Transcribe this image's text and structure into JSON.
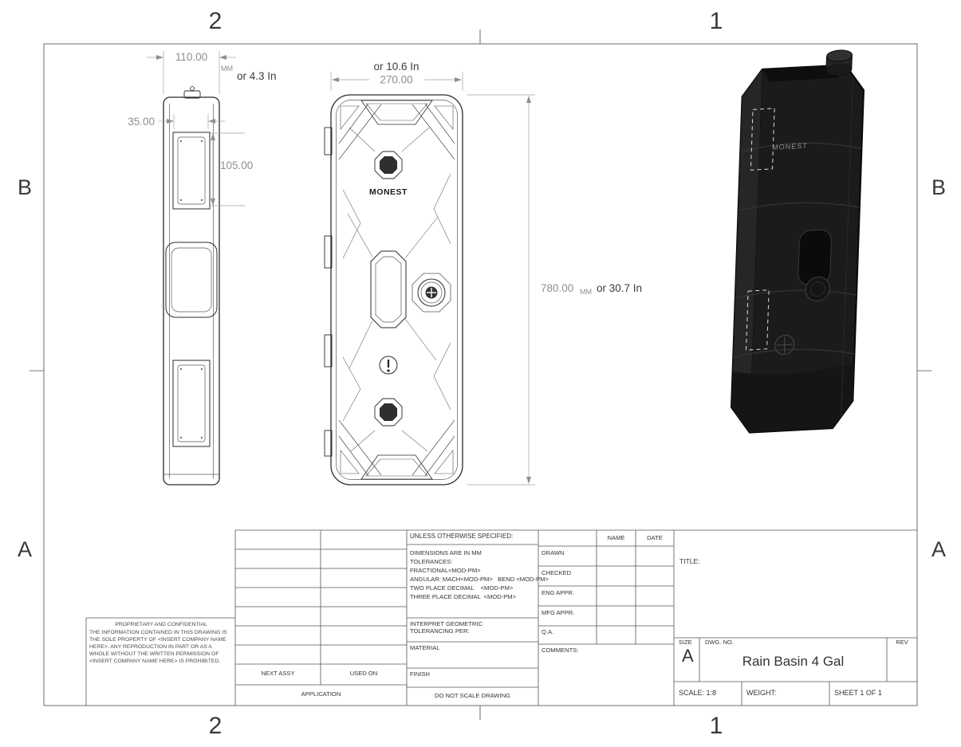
{
  "zones": {
    "col_left": "2",
    "col_right": "1",
    "row_upper": "B",
    "row_lower": "A"
  },
  "dims": {
    "unit": "MM",
    "side_width": "110.00",
    "side_width_alt": "or 4.3 In",
    "side_recess_width": "35.00",
    "side_recess_height": "105.00",
    "front_width": "270.00",
    "front_width_alt": "or 10.6 In",
    "overall_height": "780.00",
    "overall_height_alt": "or 30.7 In"
  },
  "model": {
    "logo": "MONEST"
  },
  "colors": {
    "drawing_line": "#2b2b2b",
    "dimension_text": "#8f8f8f",
    "dimension_alt_text": "#3d3d3d",
    "model_body": "#1b1b1b"
  },
  "title_block": {
    "unless": "UNLESS OTHERWISE SPECIFIED:",
    "tol_lines": [
      "DIMENSIONS ARE IN MM",
      "TOLERANCES:",
      "FRACTIONAL<MOD-PM>",
      "ANGULAR: MACH<MOD-PM>   BEND <MOD-PM>",
      "TWO PLACE DECIMAL    <MOD-PM>",
      "THREE PLACE DECIMAL  <MOD-PM>"
    ],
    "interpret": "INTERPRET GEOMETRIC\nTOLERANCING PER:",
    "material": "MATERIAL",
    "finish": "FINISH",
    "do_not_scale": "DO NOT SCALE DRAWING",
    "name_header": "NAME",
    "date_header": "DATE",
    "approval_rows": [
      "DRAWN",
      "CHECKED",
      "ENG APPR.",
      "MFG APPR.",
      "Q.A."
    ],
    "comments": "COMMENTS:",
    "title_label": "TITLE:",
    "size_label": "SIZE",
    "size_value": "A",
    "dwg_label": "DWG. NO.",
    "dwg_value": "Rain Basin 4 Gal",
    "rev_label": "REV",
    "scale": "SCALE: 1:8",
    "weight": "WEIGHT:",
    "sheet": "SHEET 1 OF 1",
    "next_assy": "NEXT ASSY",
    "used_on": "USED ON",
    "application": "APPLICATION",
    "proprietary_title": "PROPRIETARY AND CONFIDENTIAL",
    "proprietary_body": "THE INFORMATION CONTAINED IN THIS DRAWING IS THE SOLE PROPERTY OF <INSERT COMPANY NAME HERE>.  ANY REPRODUCTION IN PART OR AS A WHOLE WITHOUT THE WRITTEN PERMISSION OF <INSERT COMPANY NAME HERE> IS PROHIBITED."
  }
}
